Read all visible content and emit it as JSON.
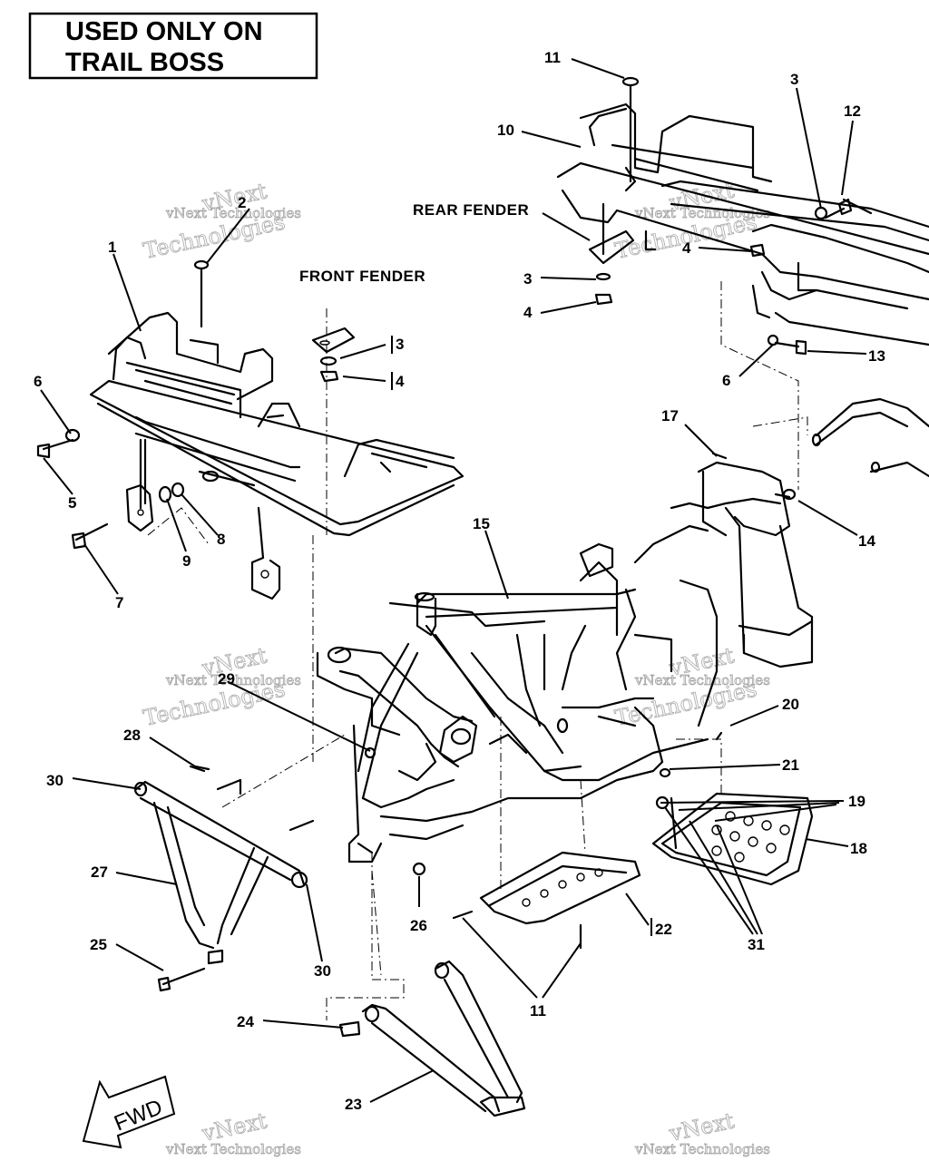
{
  "title_box": {
    "line1": "USED ONLY ON",
    "line2": "TRAIL BOSS"
  },
  "labels": {
    "front_fender": "FRONT FENDER",
    "rear_fender": "REAR FENDER",
    "fwd": "FWD"
  },
  "watermark": {
    "line1": "vNext",
    "line2": "vNext Technologies",
    "line3": "Technologies"
  },
  "callouts": [
    {
      "id": "c1",
      "text": "1"
    },
    {
      "id": "c2",
      "text": "2"
    },
    {
      "id": "c3a",
      "text": "3"
    },
    {
      "id": "c4a",
      "text": "4"
    },
    {
      "id": "c5",
      "text": "5"
    },
    {
      "id": "c6a",
      "text": "6"
    },
    {
      "id": "c7",
      "text": "7"
    },
    {
      "id": "c8",
      "text": "8"
    },
    {
      "id": "c9",
      "text": "9"
    },
    {
      "id": "c10",
      "text": "10"
    },
    {
      "id": "c11a",
      "text": "11"
    },
    {
      "id": "c3b",
      "text": "3"
    },
    {
      "id": "c12",
      "text": "12"
    },
    {
      "id": "c4b",
      "text": "4"
    },
    {
      "id": "c3c",
      "text": "3"
    },
    {
      "id": "c4c",
      "text": "4"
    },
    {
      "id": "c13",
      "text": "13"
    },
    {
      "id": "c6b",
      "text": "6"
    },
    {
      "id": "c17",
      "text": "17"
    },
    {
      "id": "c14",
      "text": "14"
    },
    {
      "id": "c15",
      "text": "15"
    },
    {
      "id": "c20",
      "text": "20"
    },
    {
      "id": "c21",
      "text": "21"
    },
    {
      "id": "c19",
      "text": "19"
    },
    {
      "id": "c18",
      "text": "18"
    },
    {
      "id": "c29",
      "text": "29"
    },
    {
      "id": "c28",
      "text": "28"
    },
    {
      "id": "c30a",
      "text": "30"
    },
    {
      "id": "c27",
      "text": "27"
    },
    {
      "id": "c25",
      "text": "25"
    },
    {
      "id": "c30b",
      "text": "30"
    },
    {
      "id": "c26",
      "text": "26"
    },
    {
      "id": "c22",
      "text": "22"
    },
    {
      "id": "c31",
      "text": "31"
    },
    {
      "id": "c11b",
      "text": "11"
    },
    {
      "id": "c24",
      "text": "24"
    },
    {
      "id": "c23",
      "text": "23"
    }
  ]
}
